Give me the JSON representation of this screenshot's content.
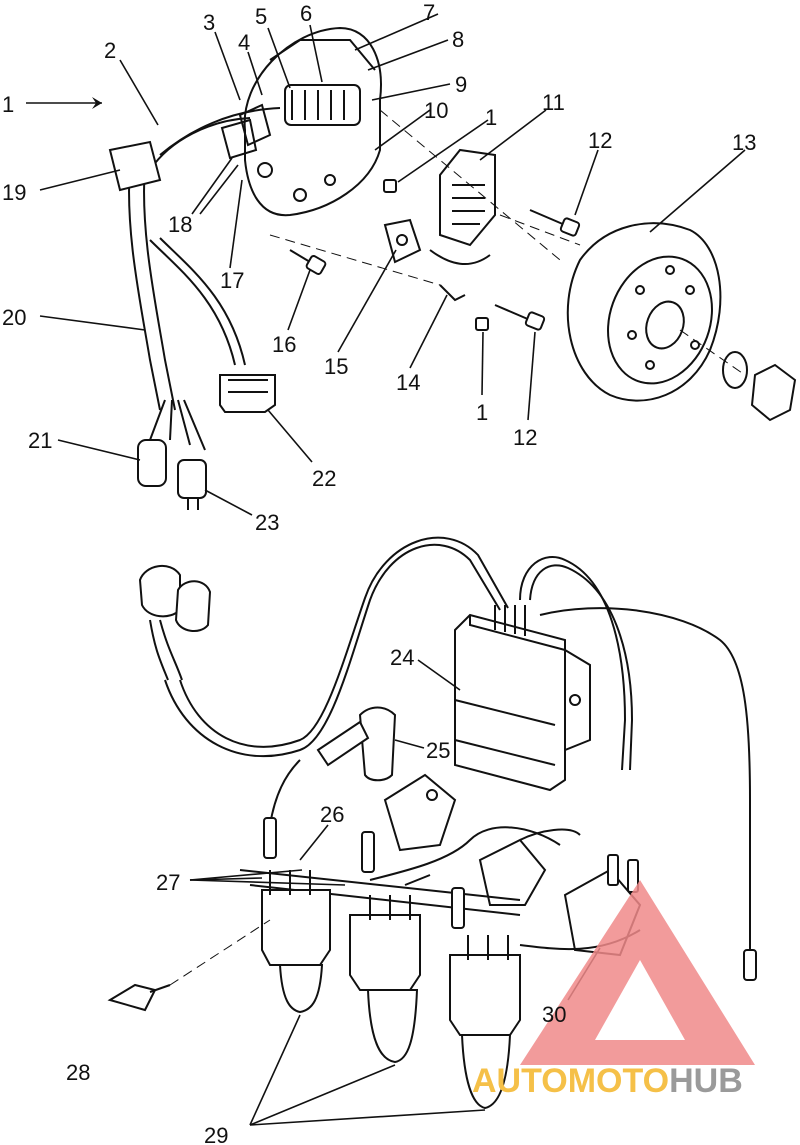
{
  "callouts": [
    {
      "id": "c1a",
      "text": "1"
    },
    {
      "id": "c2",
      "text": "2"
    },
    {
      "id": "c3",
      "text": "3"
    },
    {
      "id": "c4",
      "text": "4"
    },
    {
      "id": "c5",
      "text": "5"
    },
    {
      "id": "c6",
      "text": "6"
    },
    {
      "id": "c7",
      "text": "7"
    },
    {
      "id": "c8",
      "text": "8"
    },
    {
      "id": "c9",
      "text": "9"
    },
    {
      "id": "c10",
      "text": "10"
    },
    {
      "id": "c1b",
      "text": "1"
    },
    {
      "id": "c11",
      "text": "11"
    },
    {
      "id": "c12a",
      "text": "12"
    },
    {
      "id": "c13",
      "text": "13"
    },
    {
      "id": "c19",
      "text": "19"
    },
    {
      "id": "c18",
      "text": "18"
    },
    {
      "id": "c17",
      "text": "17"
    },
    {
      "id": "c20",
      "text": "20"
    },
    {
      "id": "c16",
      "text": "16"
    },
    {
      "id": "c15",
      "text": "15"
    },
    {
      "id": "c14",
      "text": "14"
    },
    {
      "id": "c1c",
      "text": "1"
    },
    {
      "id": "c12b",
      "text": "12"
    },
    {
      "id": "c21",
      "text": "21"
    },
    {
      "id": "c22",
      "text": "22"
    },
    {
      "id": "c23",
      "text": "23"
    },
    {
      "id": "c24",
      "text": "24"
    },
    {
      "id": "c25",
      "text": "25"
    },
    {
      "id": "c26",
      "text": "26"
    },
    {
      "id": "c27",
      "text": "27"
    },
    {
      "id": "c28",
      "text": "28"
    },
    {
      "id": "c29",
      "text": "29"
    },
    {
      "id": "c30",
      "text": "30"
    }
  ],
  "watermark": {
    "part1": "AUTO",
    "part2": "MOTO",
    "part3": "HUB",
    "color_auto": "#f5c048",
    "color_moto": "#f5c048",
    "color_hub": "#9a9a9a",
    "triangle_color": "#f08a8a"
  }
}
